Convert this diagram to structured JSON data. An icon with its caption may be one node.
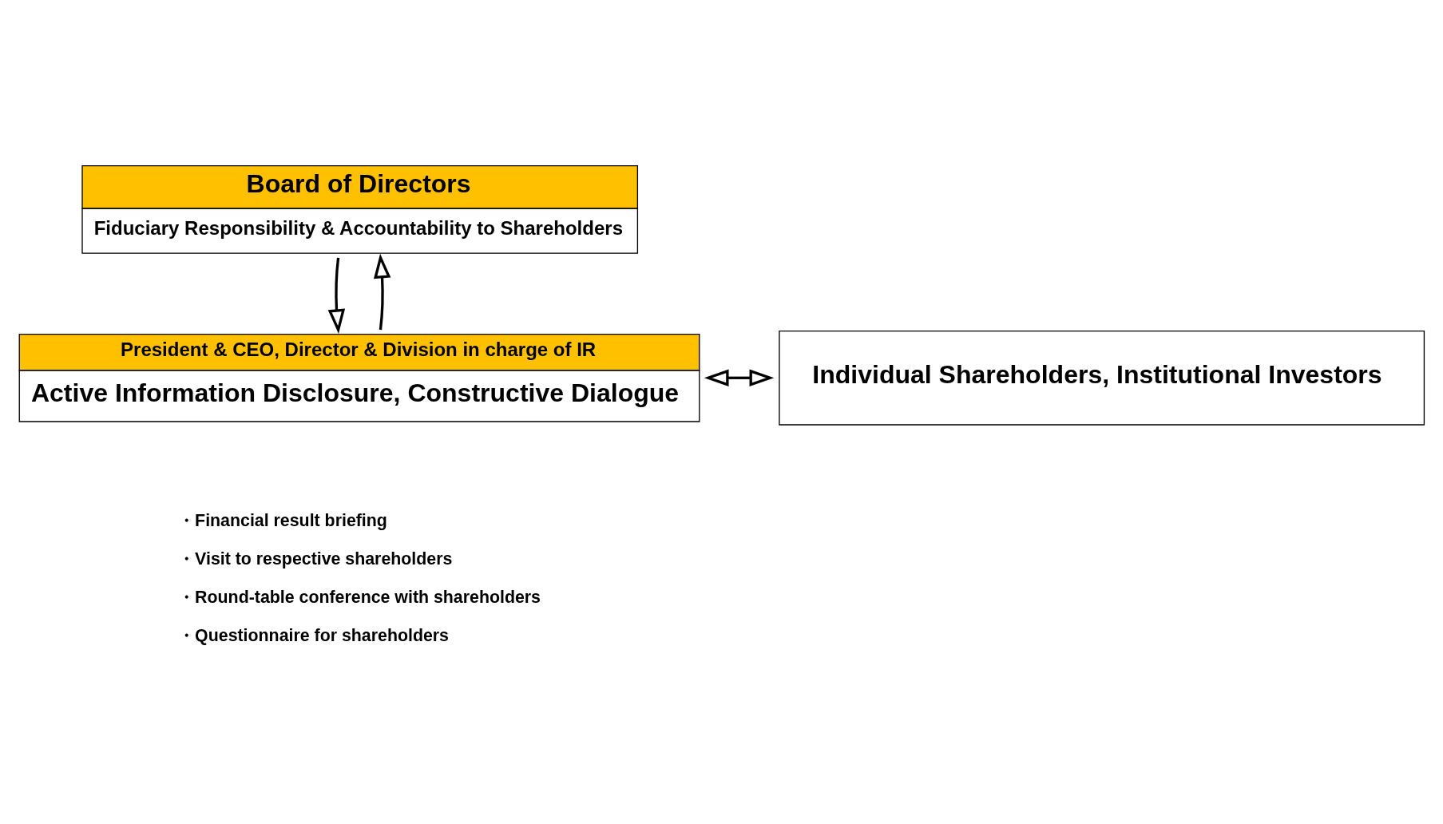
{
  "diagram": {
    "nodes": [
      {
        "text": [
          "Board of Directors",
          "Fiduciary Responsibility & Accountability to Shareholders"
        ]
      },
      {
        "text": [
          "President & CEO, Director & Division in charge of IR",
          "Active Information Disclosure, Constructive Dialogue"
        ]
      },
      {
        "text": [
          "Individual Shareholders, Institutional Investors"
        ]
      }
    ],
    "edges": [
      {
        "from": 0,
        "to": 1,
        "arrow": "to"
      },
      {
        "from": 1,
        "to": 0,
        "arrow": "to"
      },
      {
        "from": 1,
        "to": 2,
        "arrow": "both"
      }
    ],
    "labels": [
      "・Financial result briefing",
      "・Visit to respective shareholders",
      "・Round-table conference with shareholders",
      "・Questionnaire for shareholders"
    ]
  }
}
